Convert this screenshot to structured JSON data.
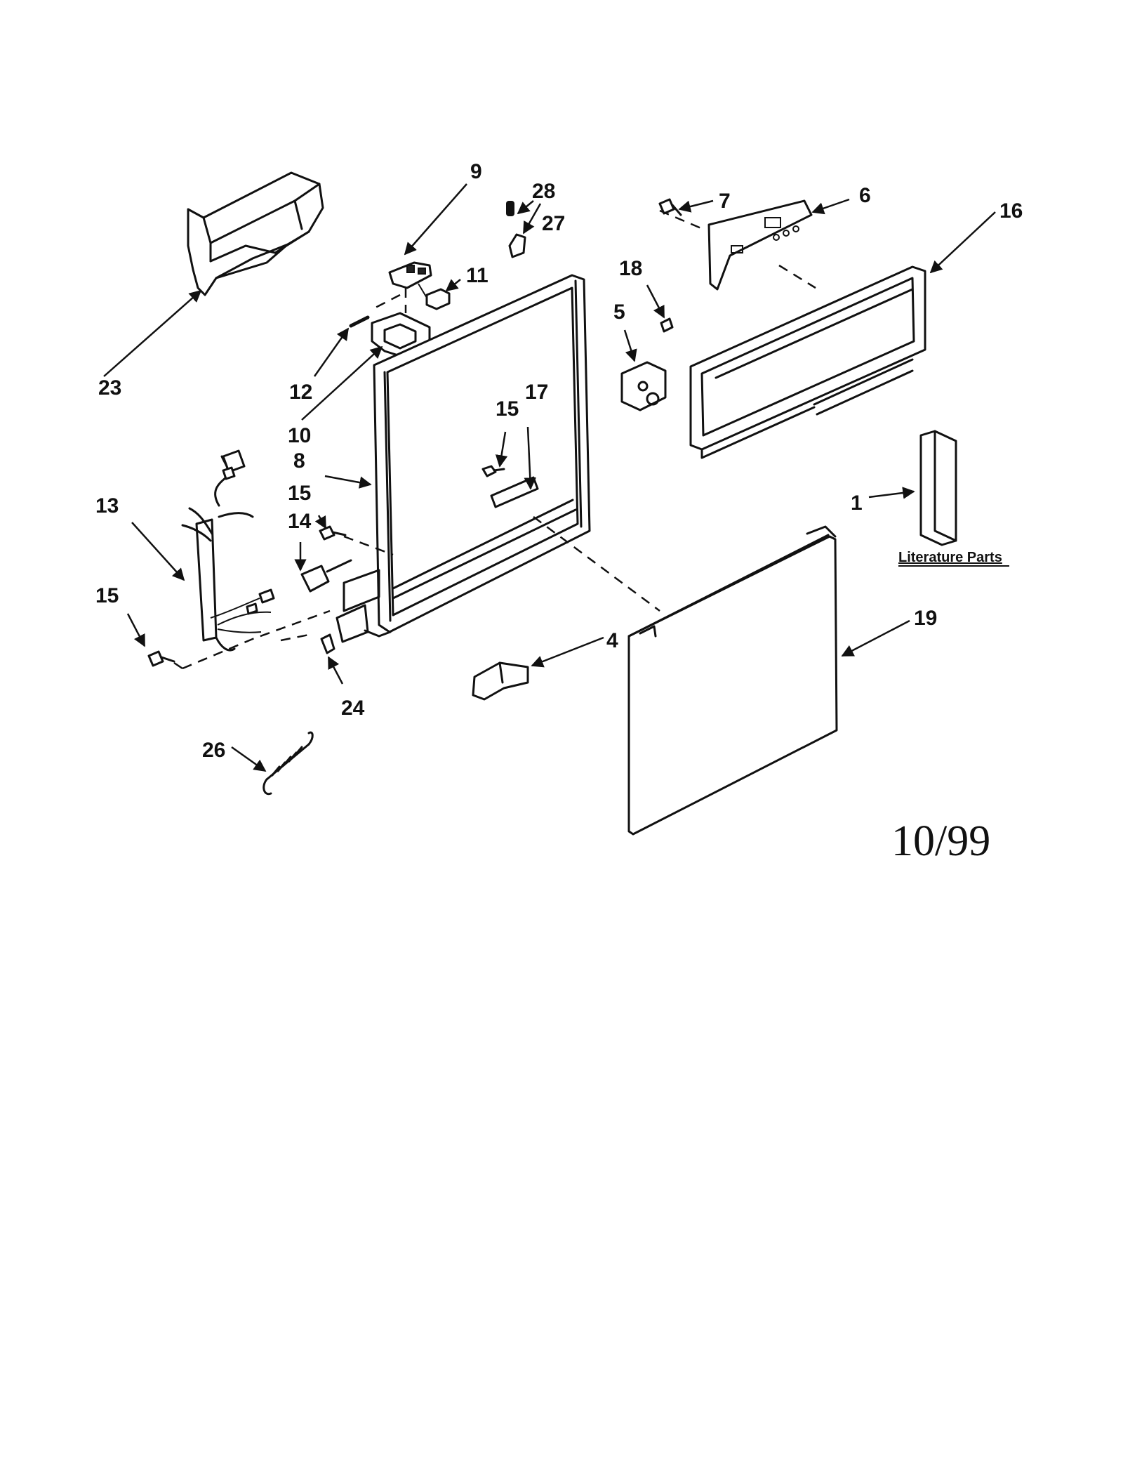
{
  "diagram": {
    "callouts": {
      "c1": "1",
      "c4": "4",
      "c5": "5",
      "c6": "6",
      "c7": "7",
      "c8": "8",
      "c9": "9",
      "c10": "10",
      "c11": "11",
      "c12": "12",
      "c13": "13",
      "c14": "14",
      "c15a": "15",
      "c15b": "15",
      "c15c": "15",
      "c16": "16",
      "c17": "17",
      "c18": "18",
      "c19": "19",
      "c23": "23",
      "c24": "24",
      "c26": "26",
      "c27": "27",
      "c28": "28"
    },
    "literature_label": "Literature Parts",
    "date_code": "10/99"
  }
}
